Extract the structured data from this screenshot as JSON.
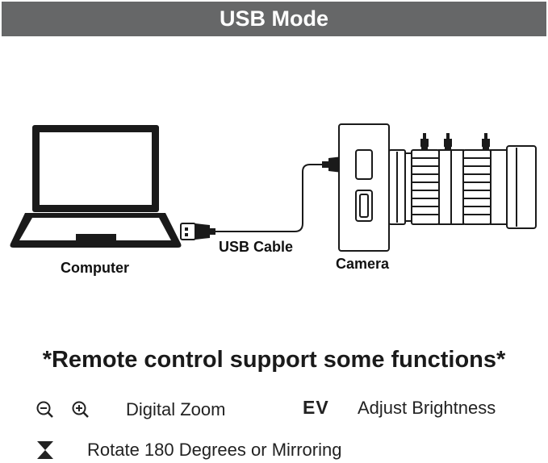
{
  "banner": {
    "title": "USB Mode"
  },
  "diagram": {
    "computer_label": "Computer",
    "cable_label": "USB Cable",
    "camera_label": "Camera"
  },
  "remote": {
    "heading": "*Remote control support some functions*",
    "functions": [
      {
        "icons": [
          "zoom-out-icon",
          "zoom-in-icon"
        ],
        "label": "Digital Zoom"
      },
      {
        "icon_text": "EV",
        "label": "Adjust Brightness"
      },
      {
        "icons": [
          "hourglass-flip-icon"
        ],
        "label": "Rotate 180 Degrees or Mirroring"
      }
    ]
  },
  "colors": {
    "banner_bg": "#666768",
    "banner_text": "#ffffff",
    "line_art": "#1a1a1a"
  }
}
